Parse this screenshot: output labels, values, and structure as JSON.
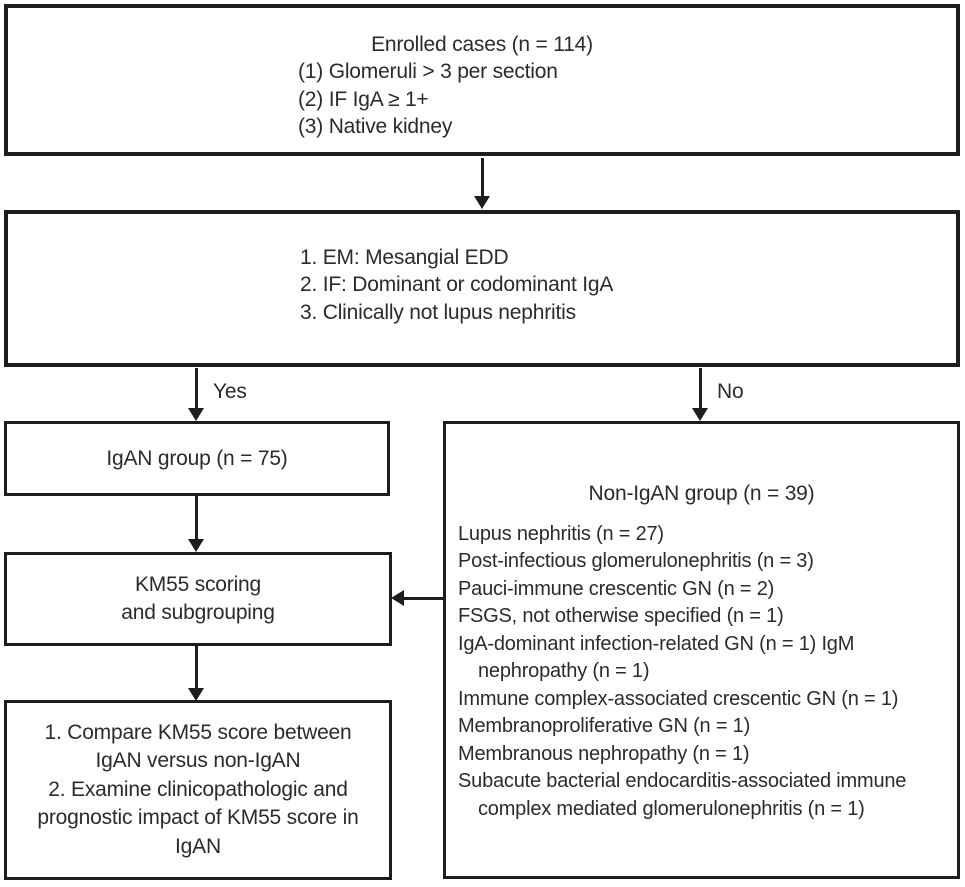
{
  "diagram": {
    "enrolled_box": {
      "title": "Enrolled cases (n = 114)",
      "criteria": [
        "(1) Glomeruli > 3 per section",
        "(2) IF IgA ≥ 1+",
        "(3) Native kidney"
      ]
    },
    "diagnostic_criteria_box": {
      "items": [
        "1. EM: Mesangial EDD",
        "2. IF: Dominant or codominant IgA",
        "3. Clinically not lupus nephritis"
      ]
    },
    "branches": {
      "yes_label": "Yes",
      "no_label": "No"
    },
    "igan_box": {
      "label": "IgAN group (n = 75)"
    },
    "km55_box": {
      "line1": "KM55 scoring",
      "line2": "and subgrouping"
    },
    "objectives_box": {
      "lines": [
        "1. Compare KM55 score between",
        "IgAN versus non-IgAN",
        "2. Examine clinicopathologic and",
        "prognostic impact of KM55 score in",
        "IgAN"
      ]
    },
    "non_igan_box": {
      "title": "Non-IgAN group (n = 39)",
      "diagnoses": [
        "Lupus nephritis (n = 27)",
        "Post-infectious glomerulonephritis (n = 3)",
        "Pauci-immune crescentic GN (n = 2)",
        "FSGS, not otherwise specified (n = 1)",
        "IgA-dominant infection-related GN (n = 1) IgM nephropathy (n = 1)",
        "Immune complex-associated crescentic GN (n = 1)",
        "Membranoproliferative GN (n = 1)",
        "Membranous nephropathy (n = 1)",
        "Subacute bacterial endocarditis-associated immune complex mediated glomerulonephritis (n = 1)"
      ]
    },
    "colors": {
      "line": "#1d1d1f",
      "text": "#2b2b2f",
      "background": "#ffffff"
    }
  }
}
